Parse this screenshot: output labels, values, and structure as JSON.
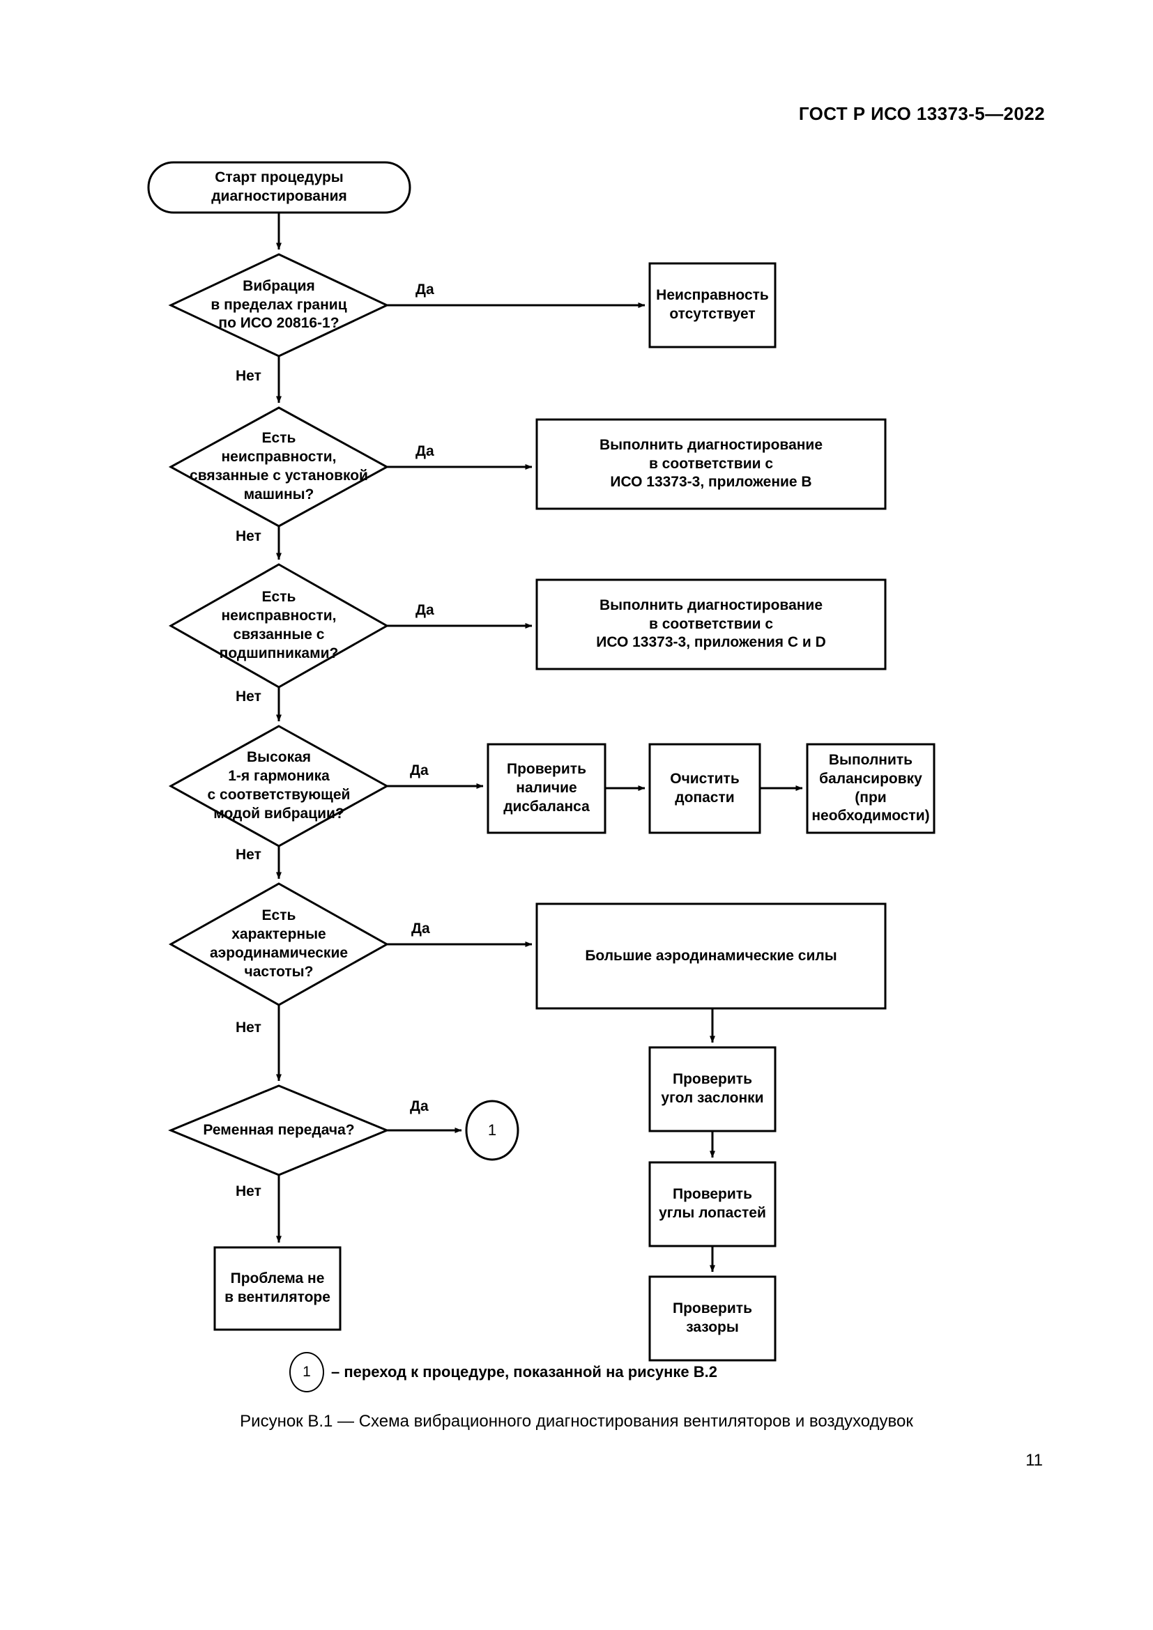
{
  "document": {
    "header": "ГОСТ Р ИСО 13373-5—2022",
    "page_number": "11",
    "figure_caption": "Рисунок В.1 — Схема вибрационного диагностирования вентиляторов и воздуходувок"
  },
  "legend": {
    "marker": "1",
    "text": "– переход к процедуре, показанной на рисунке В.2"
  },
  "edge_labels": {
    "yes": "Да",
    "no": "Нет"
  },
  "flowchart": {
    "start": "Старт процедуры\nдиагностирования",
    "decisions": [
      {
        "id": "d1",
        "text": "Вибрация\nв пределах границ\nпо ИСО 20816-1?"
      },
      {
        "id": "d2",
        "text": "Есть\nнеисправности,\nсвязанные с установкой\nмашины?"
      },
      {
        "id": "d3",
        "text": "Есть\nнеисправности,\nсвязанные с\nподшипниками?"
      },
      {
        "id": "d4",
        "text": "Высокая\n1-я гармоника\nс соответствующей\nмодой вибрации?"
      },
      {
        "id": "d5",
        "text": "Есть\nхарактерные\nаэродинамические\nчастоты?"
      },
      {
        "id": "d6",
        "text": "Ременная передача?"
      }
    ],
    "processes": [
      {
        "id": "p1",
        "text": "Неисправность\nотсутствует"
      },
      {
        "id": "p2",
        "text": "Выполнить диагностирование\nв соответствии с\nИСО 13373-3, приложение В"
      },
      {
        "id": "p3",
        "text": "Выполнить диагностирование\nв соответствии с\nИСО 13373-3, приложения C и  D"
      },
      {
        "id": "p4",
        "text": "Проверить\nналичие\nдисбаланса"
      },
      {
        "id": "p5",
        "text": "Очистить\nдопасти"
      },
      {
        "id": "p6",
        "text": "Выполнить\nбалансировку\n(при\nнеобходимости)"
      },
      {
        "id": "p7",
        "text": "Большие аэродинамические силы"
      },
      {
        "id": "p8",
        "text": "Проверить\nугол заслонки"
      },
      {
        "id": "p9",
        "text": "Проверить\nуглы лопастей"
      },
      {
        "id": "p10",
        "text": "Проверить\nзазоры"
      },
      {
        "id": "p11",
        "text": "Проблема не\nв вентиляторе"
      }
    ],
    "connector": {
      "id": "c1",
      "label": "1"
    }
  }
}
